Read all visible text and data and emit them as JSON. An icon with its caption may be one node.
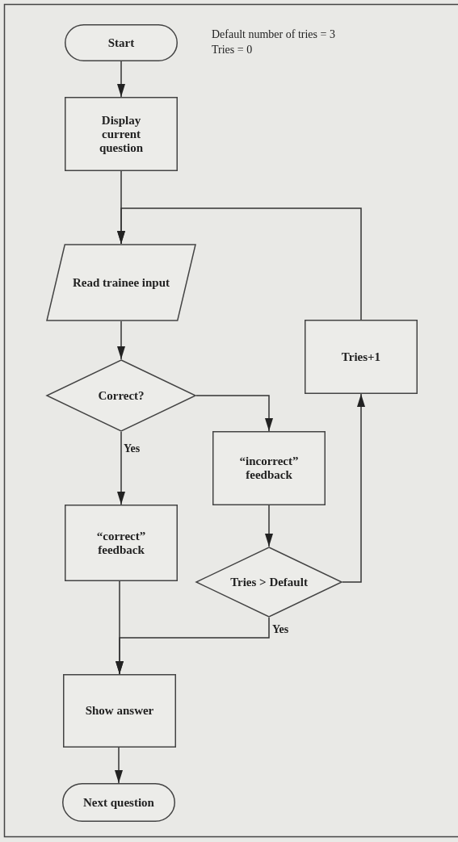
{
  "diagram": {
    "nodes": [
      {
        "text": [
          "Start"
        ]
      },
      {
        "text": [
          "Display current question"
        ]
      },
      {
        "text": [
          "Read trainee input"
        ]
      },
      {
        "text": [
          "Correct?"
        ]
      },
      {
        "text": [
          "“incorrect” feedback"
        ]
      },
      {
        "text": [
          "Tries+1"
        ]
      },
      {
        "text": [
          "“correct” feedback"
        ]
      },
      {
        "text": [
          "Tries > Default"
        ]
      },
      {
        "text": [
          "Show answer"
        ]
      },
      {
        "text": [
          "Next question"
        ]
      }
    ],
    "edges": [
      {
        "from": 0,
        "to": 1,
        "arrow": "to"
      },
      {
        "from": 1,
        "to": 2,
        "arrow": "to"
      },
      {
        "from": 5,
        "to": 2,
        "arrow": "to"
      },
      {
        "from": 2,
        "to": 3,
        "arrow": "to"
      },
      {
        "from": 3,
        "to": 4,
        "arrow": "to"
      },
      {
        "from": 3,
        "to": 6,
        "arrow": "to",
        "label": "Yes"
      },
      {
        "from": 4,
        "to": 7,
        "arrow": "to"
      },
      {
        "from": 7,
        "to": 5,
        "arrow": "to"
      },
      {
        "from": 7,
        "to": 8,
        "arrow": "to",
        "label": "Yes"
      },
      {
        "from": 6,
        "to": 8,
        "arrow": "to"
      },
      {
        "from": 8,
        "to": 9,
        "arrow": "to"
      }
    ],
    "labels": [
      "Default number of tries = 3",
      "Tries = 0"
    ]
  }
}
